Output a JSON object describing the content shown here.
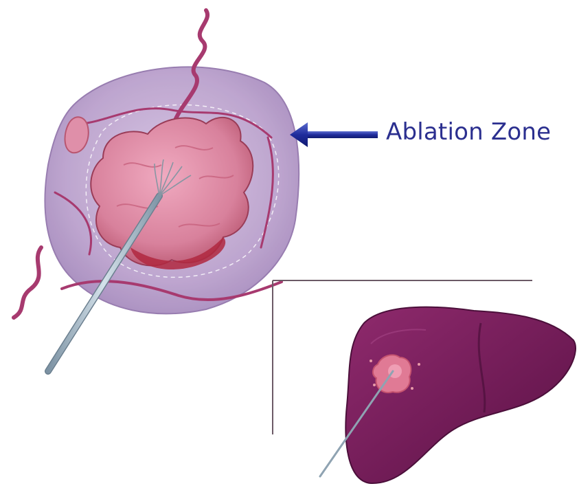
{
  "annotation": {
    "label": "Ablation Zone",
    "label_color": "#2b2f8f",
    "arrow_color": "#1f2c9c",
    "arrow_direction": "left"
  },
  "illustration": {
    "main": "tumor-within-ablation-zone-with-probe",
    "inset": "liver-with-probe-in-tumor",
    "colors": {
      "ablation_zone": "#b69ac9",
      "tumor": "#d98aa2",
      "vessel": "#a73a6f",
      "probe": "#9fb3c2",
      "liver": "#7a1f5c"
    }
  }
}
